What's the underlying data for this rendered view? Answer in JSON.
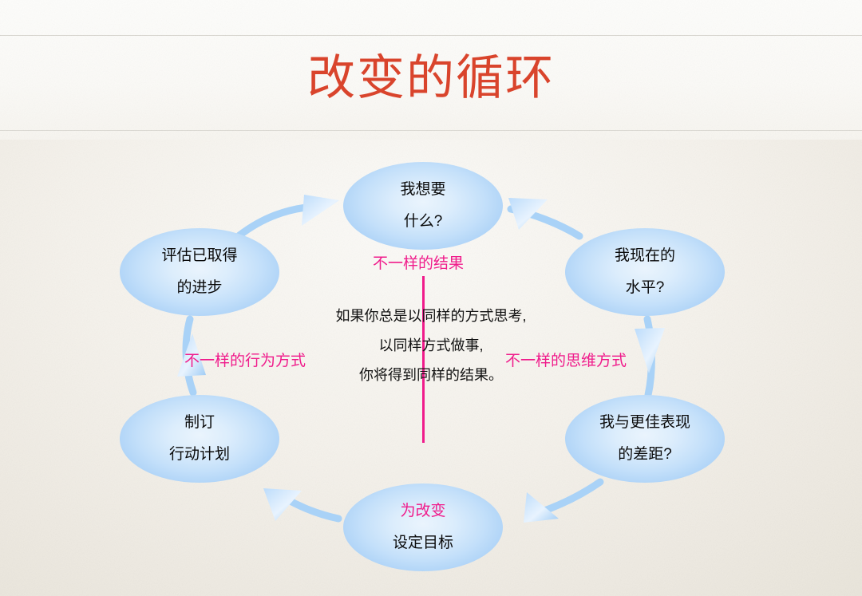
{
  "slide": {
    "title": "改变的循环",
    "title_color": "#d9442c",
    "accent_color": "#f01b8b",
    "node_color": "#a9d0f6",
    "background_color": "#f3f0ea"
  },
  "cycle": {
    "direction": "clockwise",
    "nodes": [
      {
        "id": "want",
        "position": "top",
        "line1": "我想要",
        "line2": "什么?",
        "line1_accent": false
      },
      {
        "id": "current",
        "position": "right-upper",
        "line1": "我现在的",
        "line2": "水平?",
        "line1_accent": false
      },
      {
        "id": "gap",
        "position": "right-lower",
        "line1": "我与更佳表现",
        "line2": "的差距?",
        "line1_accent": false
      },
      {
        "id": "goal",
        "position": "bottom",
        "line1": "为改变",
        "line2": "设定目标",
        "line1_accent": true
      },
      {
        "id": "plan",
        "position": "left-lower",
        "line1": "制订",
        "line2": "行动计划",
        "line1_accent": false
      },
      {
        "id": "review",
        "position": "left-upper",
        "line1": "评估已取得",
        "line2": "的进步",
        "line1_accent": false
      }
    ]
  },
  "center": {
    "quote_lines": [
      "如果你总是以同样的方式思考,",
      "以同样方式做事,",
      "你将得到同样的结果。"
    ]
  },
  "labels": {
    "result": "不一样的结果",
    "behavior": "不一样的行为方式",
    "thinking": "不一样的思维方式"
  }
}
